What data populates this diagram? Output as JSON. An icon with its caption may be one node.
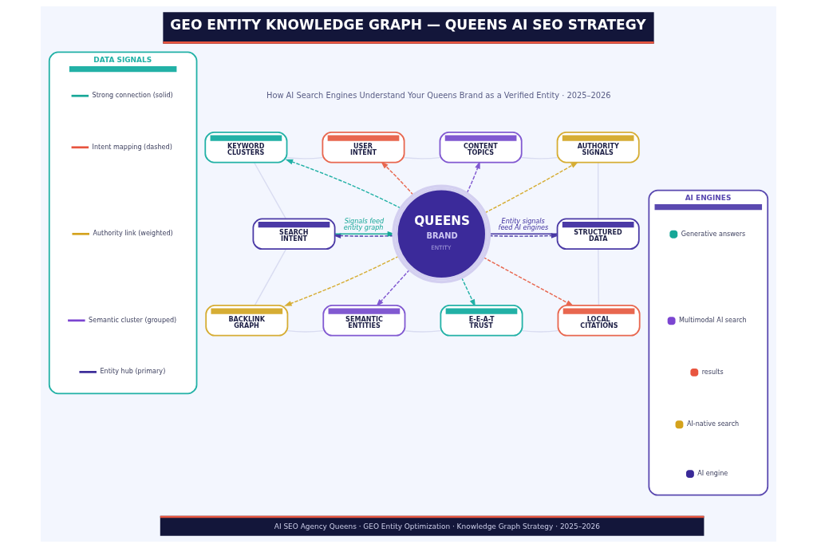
{
  "diagram": {
    "title": "GEO ENTITY KNOWLEDGE GRAPH — QUEENS AI SEO STRATEGY",
    "caption": "AI SEO Agency Queens · GEO Entity Optimization · Knowledge Graph Strategy · 2025–2026",
    "nodes": [
      {
        "text": [
          "QUEENS",
          "BRAND",
          "ENTITY"
        ]
      },
      {
        "text": [
          "KEYWORD CLUSTERS"
        ]
      },
      {
        "text": [
          "USER INTENT"
        ]
      },
      {
        "text": [
          "CONTENT TOPICS"
        ]
      },
      {
        "text": [
          "AUTHORITY SIGNALS"
        ]
      },
      {
        "text": [
          "SEARCH INTENT"
        ]
      },
      {
        "text": [
          "STRUCTURED DATA"
        ]
      },
      {
        "text": [
          "BACKLINK GRAPH"
        ]
      },
      {
        "text": [
          "SEMANTIC ENTITIES"
        ]
      },
      {
        "text": [
          "E-E-A-T TRUST"
        ]
      },
      {
        "text": [
          "LOCAL CITATIONS"
        ]
      },
      {
        "text": [
          "DATA SIGNALS"
        ]
      },
      {
        "text": [
          "AI ENGINES"
        ]
      }
    ],
    "edges": [
      {
        "from": 0,
        "to": 1,
        "arrow": "to",
        "style": "dashed",
        "color": "#22b1a6"
      },
      {
        "from": 0,
        "to": 2,
        "arrow": "to",
        "style": "dashed",
        "color": "#e8674f"
      },
      {
        "from": 0,
        "to": 3,
        "arrow": "to",
        "style": "dashed",
        "color": "#8159d1"
      },
      {
        "from": 0,
        "to": 4,
        "arrow": "to",
        "style": "dashed",
        "color": "#d6ad34"
      },
      {
        "from": 0,
        "to": 5,
        "arrow": "to",
        "style": "dashed",
        "color": "#4b3aa6"
      },
      {
        "from": 0,
        "to": 6,
        "arrow": "to",
        "style": "dashed",
        "color": "#4b3aa6"
      },
      {
        "from": 0,
        "to": 7,
        "arrow": "to",
        "style": "dashed",
        "color": "#d6ad34"
      },
      {
        "from": 0,
        "to": 8,
        "arrow": "to",
        "style": "dashed",
        "color": "#8159d1"
      },
      {
        "from": 0,
        "to": 9,
        "arrow": "to",
        "style": "dashed",
        "color": "#22b1a6"
      },
      {
        "from": 0,
        "to": 10,
        "arrow": "to",
        "style": "dashed",
        "color": "#e8674f"
      },
      {
        "from": 5,
        "to": 0,
        "arrow": "to",
        "label": "Signals feed entity graph",
        "color": "#16a797"
      },
      {
        "from": 0,
        "to": 6,
        "arrow": "none",
        "label": "Entity signals feed AI engines",
        "color": "#3f2f9e"
      },
      {
        "from": 1,
        "to": 2,
        "arrow": "none",
        "color": "#d9dcf1"
      },
      {
        "from": 2,
        "to": 3,
        "arrow": "none",
        "color": "#d9dcf1"
      },
      {
        "from": 3,
        "to": 4,
        "arrow": "none",
        "color": "#d9dcf1"
      },
      {
        "from": 4,
        "to": 6,
        "arrow": "none",
        "color": "#d9dcf1"
      },
      {
        "from": 6,
        "to": 10,
        "arrow": "none",
        "color": "#d9dcf1"
      },
      {
        "from": 9,
        "to": 10,
        "arrow": "none",
        "color": "#d9dcf1"
      },
      {
        "from": 8,
        "to": 9,
        "arrow": "none",
        "color": "#d9dcf1"
      },
      {
        "from": 7,
        "to": 8,
        "arrow": "none",
        "color": "#d9dcf1"
      },
      {
        "from": 5,
        "to": 7,
        "arrow": "none",
        "color": "#d9dcf1"
      },
      {
        "from": 5,
        "to": 1,
        "arrow": "none",
        "color": "#d9dcf1"
      }
    ],
    "labels": [
      "How AI Search Engines Understand Your Queens Brand as a Verified Entity · 2025–2026"
    ],
    "legend": [
      {
        "text": "Strong connection (solid)"
      },
      {
        "text": "Intent mapping (dashed)"
      },
      {
        "text": "Authority link (weighted)"
      },
      {
        "text": "Semantic cluster (grouped)"
      },
      {
        "text": "Entity hub (primary)"
      },
      {
        "text": "Generative answers",
        "color": "#16a797"
      },
      {
        "text": "Multimodal AI search",
        "color": "#7b45d1"
      },
      {
        "text": "results",
        "color": "#e8553f"
      },
      {
        "text": "AI-native search",
        "color": "#d4a21c"
      },
      {
        "text": "AI engine",
        "color": "#3a2a98"
      }
    ]
  }
}
